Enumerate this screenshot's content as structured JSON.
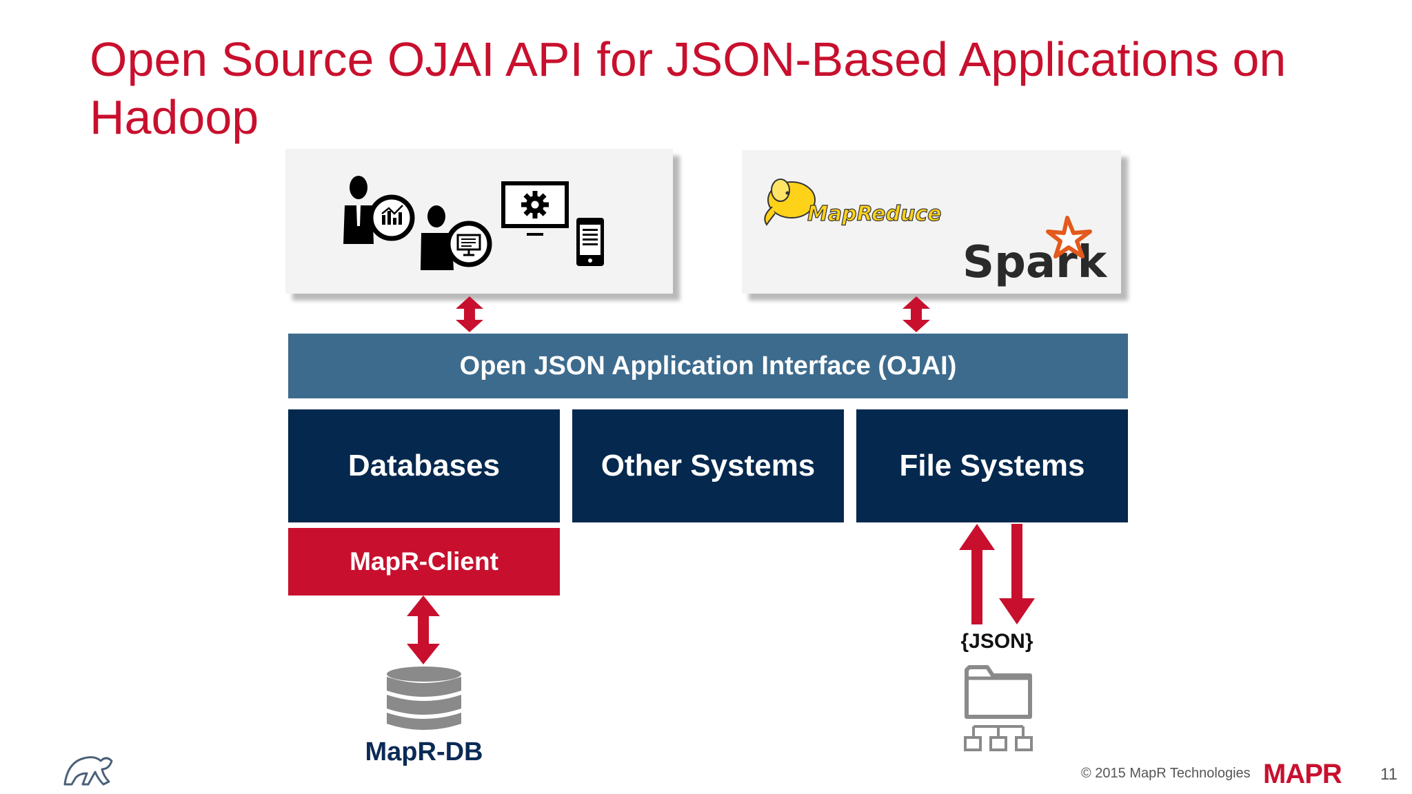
{
  "title": "Open Source OJAI API for JSON-Based Applications on Hadoop",
  "top_right_card": {
    "mapreduce_label": "MapReduce",
    "spark_label": "Spark"
  },
  "ojai_bar": {
    "label": "Open JSON Application Interface (OJAI)"
  },
  "boxes": {
    "databases": "Databases",
    "other_systems": "Other Systems",
    "file_systems": "File Systems"
  },
  "mapr_client": "MapR-Client",
  "mapr_db_label": "MapR-DB",
  "json_label": "{JSON}",
  "footer": {
    "copyright": "© 2015 MapR Technologies",
    "brand": "MAPR",
    "page_number": "11"
  },
  "colors": {
    "title_red": "#c8102e",
    "ojai_blue": "#3d6b8d",
    "navy": "#04284e",
    "client_red": "#c8102e"
  },
  "icons": [
    "businessman-chart-icon",
    "user-presentation-icon",
    "monitor-gear-icon",
    "smartphone-icon",
    "hadoop-elephant-icon",
    "spark-star-icon",
    "database-icon",
    "folder-icon",
    "file-tree-icon",
    "mapr-elephant-logo-icon"
  ]
}
